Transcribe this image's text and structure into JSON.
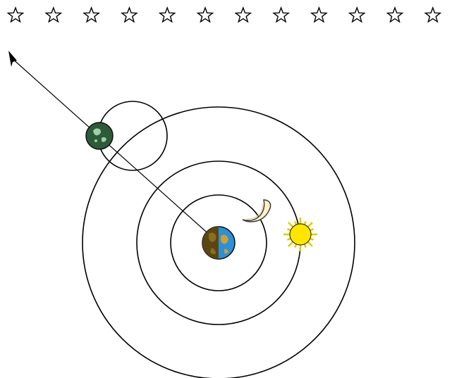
{
  "diagram": {
    "star_count": 12,
    "bodies": [
      {
        "name": "earth",
        "icon": "earth-icon",
        "colors": {
          "land": "#8a6d1e",
          "ocean": "#2e8fd6",
          "shadow": "#3b2a0a"
        }
      },
      {
        "name": "moon",
        "icon": "crescent-moon-icon",
        "colors": {
          "fill": "#fff3c8",
          "outline": "#3a3a3a"
        }
      },
      {
        "name": "sun",
        "icon": "sun-icon",
        "colors": {
          "fill": "#ffe600",
          "outline": "#3a3a00"
        }
      },
      {
        "name": "planet",
        "icon": "planet-icon",
        "colors": {
          "fill": "#2f5a3a",
          "detail": "#9cd0a8"
        }
      }
    ],
    "orbit_count": 4,
    "epicycle": true,
    "sightline_arrow": true
  }
}
